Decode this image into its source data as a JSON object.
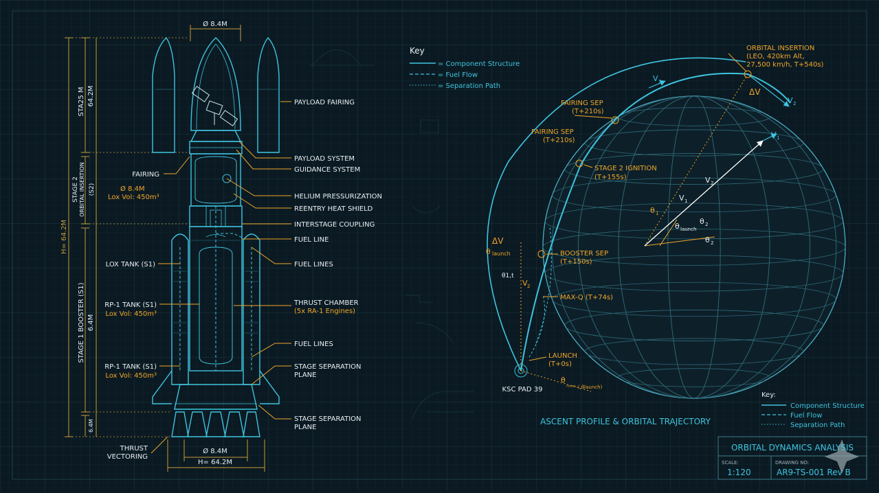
{
  "colors": {
    "background": "#0b1a22",
    "grid": "#16303b",
    "structure": "#3fc4e0",
    "label": "#e8eef2",
    "annotation": "#f0a52a",
    "dim": "#c99a3a",
    "faint": "#2c5361"
  },
  "top_dimension": "Ø 8.4M",
  "left_dims": {
    "overall": "H= 64.2M",
    "sta": "STA25 M",
    "sta_height": "64.2M",
    "stage2": "STAGE 2",
    "orbital_insertion": "ORBITAL INSERTION",
    "s2": "(S2)",
    "stage1": "STAGE 1 BOOSTER (S1)",
    "stage1_height": "6.4M",
    "engine_height": "6.4M"
  },
  "rocket_labels": {
    "payload_fairing": "PAYLOAD FAIRING",
    "payload_system": "PAYLOAD SYSTEM",
    "guidance_system": "GUIDANCE SYSTEM",
    "helium": "HELIUM PRESSURIZATION",
    "reentry": "REENTRY HEAT SHIELD",
    "interstage": "INTERSTAGE COUPLING",
    "fuel_line": "FUEL LINE",
    "fuel_lines_1": "FUEL LINES",
    "thrust_chamber": "THRUST CHAMBER",
    "thrust_chamber_sub": "(5x RA-1 Engines)",
    "fuel_lines_2": "FUEL LINES",
    "stage_sep_1": "STAGE SEPARATION",
    "stage_sep_1b": "PLANE",
    "stage_sep_2": "STAGE SEPARATION",
    "stage_sep_2b": "PLANE",
    "fairing": "FAIRING",
    "s2_dia": "Ø 8.4M",
    "s2_vol": "Lox Vol: 450m³",
    "lox_tank": "LOX TANK (S1)",
    "rp1_tank_a": "RP-1 TANK (S1)",
    "rp1_vol_a": "Lox Vol: 450m³",
    "rp1_tank_b": "RP-1 TANK (S1)",
    "rp1_vol_b": "Lox Vol: 450m³",
    "thrust": "THRUST",
    "vectoring": "VECTORING",
    "bottom_dia": "Ø 8.4M",
    "bottom_height": "H= 64.2M"
  },
  "key_top": {
    "title": "Key",
    "items": [
      "= Component Structure",
      "= Fuel Flow",
      "= Separation Path"
    ]
  },
  "trajectory": {
    "orbital_insertion": "ORBITAL INSERTION",
    "orbital_details_1": "(LEO, 420km Alt,",
    "orbital_details_2": "27,500 km/h, T+540s)",
    "fairing_sep_a": "FAIRING SEP",
    "fairing_sep_a_t": "(T+210s)",
    "fairing_sep_b": "FAIRING SEP",
    "fairing_sep_b_t": "(T+210s)",
    "stage2_ignition": "STAGE 2 IGNITION",
    "stage2_ignition_t": "(T+155s)",
    "booster_sep": "BOOSTER SEP",
    "booster_sep_t": "(T+150s)",
    "max_q": "MAX-Q (T+74s)",
    "launch": "LAUNCH",
    "launch_t": "(T+0s)",
    "pad": "KSC PAD 39",
    "delta_v_top": "ΔV",
    "delta_v_left": "ΔV",
    "theta_launch_left": "θ",
    "theta_launch_left_sub": "launch",
    "theta_1t": "θ1,t",
    "v2_left": "V",
    "v2_left_sub": "2",
    "theta_bottom": "θ",
    "theta_bottom_sub": "ᶠᴰᴰᴰᴸ (,θlaunch)",
    "v3": "V",
    "v3_sub": "3",
    "v2_right": "V",
    "v2_right_sub": "2",
    "v1_right": "V",
    "v1_right_sub": "1",
    "v2_center": "V",
    "v2_center_sub": "2",
    "v1_center": "V",
    "v1_center_sub": "1",
    "theta1": "θ",
    "theta1_sub": "1",
    "theta_launch_c": "θ",
    "theta_launch_c_sub": "launch",
    "theta2": "θ",
    "theta2_sub": "2",
    "theta2b": "θ",
    "theta2b_sub": "2",
    "caption": "ASCENT PROFILE & ORBITAL TRAJECTORY"
  },
  "key_bottom": {
    "title": "Key:",
    "items": [
      "Component Structure",
      "Fuel Flow",
      "Separation Path"
    ]
  },
  "title_block": {
    "title": "ORBITAL DYNAMICS ANALYSIS",
    "scale_label": "SCALE:",
    "scale_value": "1:120",
    "drawing_label": "DRAWING NO:",
    "drawing_value": "AR9-TS-001 Rev B"
  }
}
